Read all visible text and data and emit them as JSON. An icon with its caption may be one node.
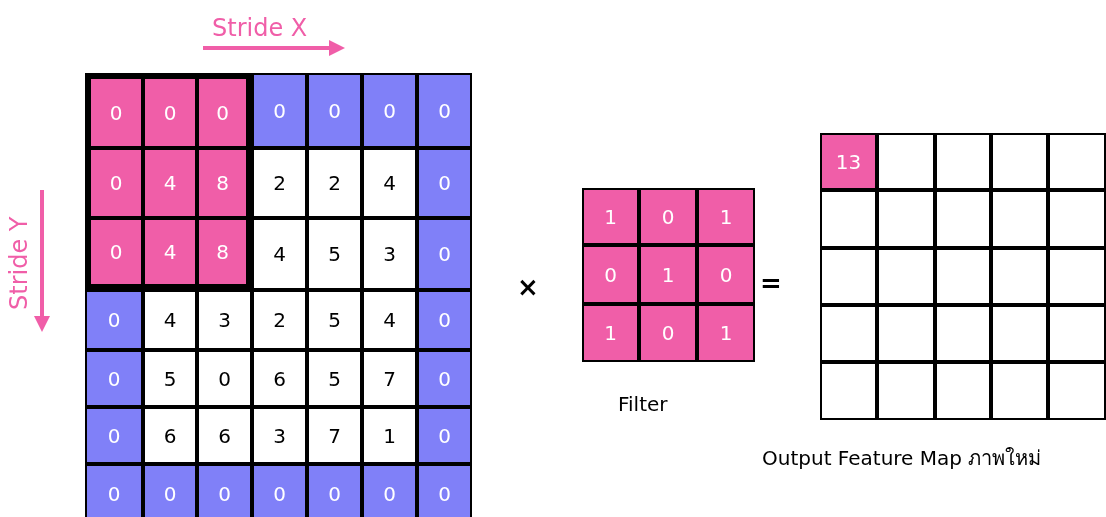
{
  "diagram": {
    "nodes": [
      {
        "text": [
          "0"
        ]
      },
      {
        "text": [
          "0"
        ]
      },
      {
        "text": [
          "0"
        ]
      },
      {
        "text": [
          "0"
        ]
      },
      {
        "text": [
          "0"
        ]
      },
      {
        "text": [
          "0"
        ]
      },
      {
        "text": [
          "0"
        ]
      },
      {
        "text": [
          "0"
        ]
      },
      {
        "text": [
          "4"
        ]
      },
      {
        "text": [
          "8"
        ]
      },
      {
        "text": [
          "2"
        ]
      },
      {
        "text": [
          "2"
        ]
      },
      {
        "text": [
          "4"
        ]
      },
      {
        "text": [
          "0"
        ]
      },
      {
        "text": [
          "0"
        ]
      },
      {
        "text": [
          "4"
        ]
      },
      {
        "text": [
          "8"
        ]
      },
      {
        "text": [
          "4"
        ]
      },
      {
        "text": [
          "5"
        ]
      },
      {
        "text": [
          "3"
        ]
      },
      {
        "text": [
          "0"
        ]
      },
      {
        "text": [
          "0"
        ]
      },
      {
        "text": [
          "4"
        ]
      },
      {
        "text": [
          "3"
        ]
      },
      {
        "text": [
          "2"
        ]
      },
      {
        "text": [
          "5"
        ]
      },
      {
        "text": [
          "4"
        ]
      },
      {
        "text": [
          "0"
        ]
      },
      {
        "text": [
          "0"
        ]
      },
      {
        "text": [
          "5"
        ]
      },
      {
        "text": [
          "0"
        ]
      },
      {
        "text": [
          "6"
        ]
      },
      {
        "text": [
          "5"
        ]
      },
      {
        "text": [
          "7"
        ]
      },
      {
        "text": [
          "0"
        ]
      },
      {
        "text": [
          "0"
        ]
      },
      {
        "text": [
          "6"
        ]
      },
      {
        "text": [
          "6"
        ]
      },
      {
        "text": [
          "3"
        ]
      },
      {
        "text": [
          "7"
        ]
      },
      {
        "text": [
          "1"
        ]
      },
      {
        "text": [
          "0"
        ]
      },
      {
        "text": [
          "0"
        ]
      },
      {
        "text": [
          "0"
        ]
      },
      {
        "text": [
          "0"
        ]
      },
      {
        "text": [
          "0"
        ]
      },
      {
        "text": [
          "0"
        ]
      },
      {
        "text": [
          "0"
        ]
      },
      {
        "text": [
          "0"
        ]
      },
      {
        "text": [
          "1"
        ]
      },
      {
        "text": [
          "0"
        ]
      },
      {
        "text": [
          "1"
        ]
      },
      {
        "text": [
          "0"
        ]
      },
      {
        "text": [
          "1"
        ]
      },
      {
        "text": [
          "0"
        ]
      },
      {
        "text": [
          "1"
        ]
      },
      {
        "text": [
          "0"
        ]
      },
      {
        "text": [
          "1"
        ]
      },
      {
        "text": [
          "13"
        ]
      },
      {
        "text": [],
        "shape": "box"
      },
      {
        "text": [],
        "shape": "box"
      },
      {
        "text": [],
        "shape": "box"
      },
      {
        "text": [],
        "shape": "box"
      },
      {
        "text": [],
        "shape": "box"
      },
      {
        "text": [],
        "shape": "box"
      },
      {
        "text": [],
        "shape": "box"
      },
      {
        "text": [],
        "shape": "box"
      },
      {
        "text": [],
        "shape": "box"
      },
      {
        "text": [],
        "shape": "box"
      },
      {
        "text": [],
        "shape": "box"
      },
      {
        "text": [],
        "shape": "box"
      },
      {
        "text": [],
        "shape": "box"
      },
      {
        "text": [],
        "shape": "box"
      },
      {
        "text": [],
        "shape": "box"
      },
      {
        "text": [],
        "shape": "box"
      },
      {
        "text": [],
        "shape": "box"
      },
      {
        "text": [],
        "shape": "box"
      },
      {
        "text": [],
        "shape": "box"
      },
      {
        "text": [],
        "shape": "box"
      },
      {
        "text": [],
        "shape": "box"
      },
      {
        "text": [],
        "shape": "box"
      },
      {
        "text": [],
        "shape": "box"
      },
      {
        "text": [],
        "shape": "box"
      }
    ],
    "labels": [
      "Stride X",
      "Stride Y",
      "×",
      "=",
      "Filter",
      "Output Feature Map ภาพใหม่"
    ]
  }
}
